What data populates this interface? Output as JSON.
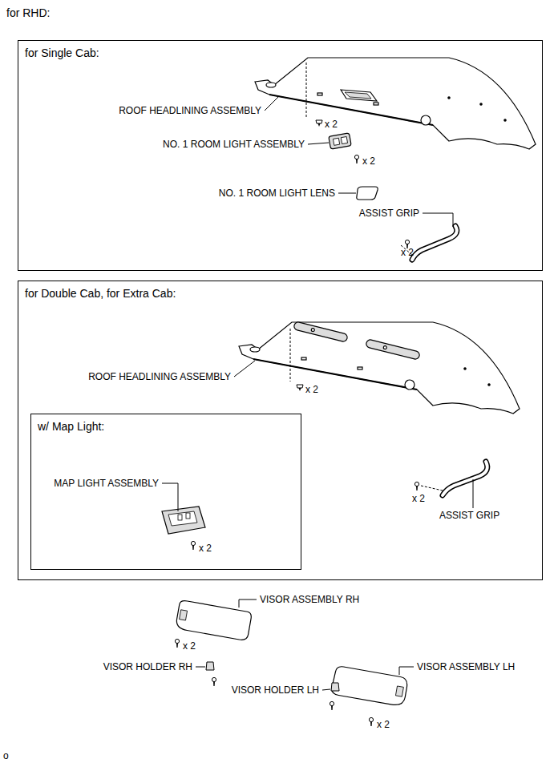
{
  "diagram": {
    "title": "for RHD:",
    "nodes": [
      {
        "text": [
          "for Single Cab:"
        ]
      },
      {
        "text": [
          "for Double Cab, for Extra Cab:"
        ]
      },
      {
        "text": [
          "w/ Map Light:"
        ],
        "in": 1
      }
    ],
    "labels": [
      "ROOF HEADLINING ASSEMBLY",
      "x 2",
      "NO. 1 ROOM LIGHT ASSEMBLY",
      "x 2",
      "NO. 1 ROOM LIGHT LENS",
      "ASSIST GRIP",
      "x 2",
      "ROOF HEADLINING ASSEMBLY",
      "x 2",
      "MAP LIGHT ASSEMBLY",
      "x 2",
      "x 2",
      "ASSIST GRIP",
      "VISOR ASSEMBLY RH",
      "x 2",
      "VISOR HOLDER RH",
      "VISOR ASSEMBLY LH",
      "VISOR HOLDER LH",
      "x 2",
      "o"
    ]
  }
}
